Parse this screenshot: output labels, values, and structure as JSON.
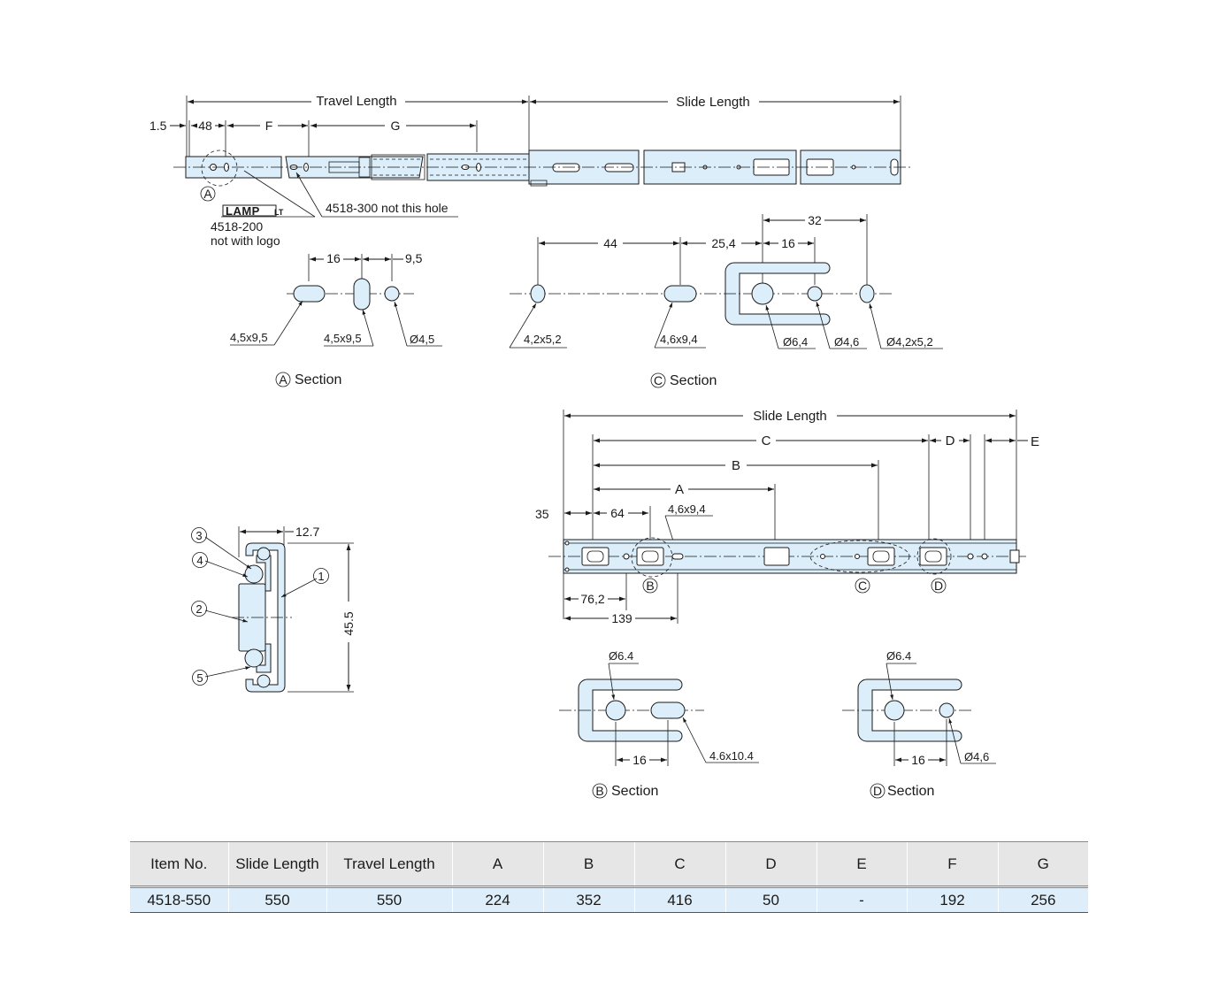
{
  "top_view": {
    "travel_length": "Travel Length",
    "slide_length": "Slide Length",
    "dim_1_5": "1.5",
    "dim_48": "48",
    "dim_F": "F",
    "dim_G": "G",
    "marker_A": "A",
    "logo": "LAMP",
    "logo_suffix": "LT",
    "note_hole": "4518-300 not this hole",
    "note_logo_1": "4518-200",
    "note_logo_2": "not with logo"
  },
  "section_a": {
    "dim_16": "16",
    "dim_9_5": "9,5",
    "hole_1": "4,5x9,5",
    "hole_2": "4,5x9,5",
    "hole_3": "Ø4,5",
    "marker": "A",
    "label": "Section"
  },
  "section_c": {
    "dim_44": "44",
    "dim_25_4": "25,4",
    "dim_16": "16",
    "dim_32": "32",
    "hole_1": "4,2x5,2",
    "hole_2": "4,6x9,4",
    "hole_3": "Ø6,4",
    "hole_4": "Ø4,6",
    "hole_5": "Ø4,2x5,2",
    "marker": "C",
    "label": "Section"
  },
  "cross_section": {
    "dim_12_7": "12.7",
    "dim_45_5": "45.5",
    "callouts": [
      "1",
      "2",
      "3",
      "4",
      "5"
    ]
  },
  "side_view": {
    "slide_length": "Slide Length",
    "dim_C": "C",
    "dim_B": "B",
    "dim_A": "A",
    "dim_D": "D",
    "dim_E": "E",
    "dim_35": "35",
    "dim_64": "64",
    "hole_4_6x9_4": "4,6x9,4",
    "dim_76_2": "76,2",
    "dim_139": "139",
    "marker_B": "B",
    "marker_C": "C",
    "marker_D": "D"
  },
  "section_b": {
    "hole_6_4": "Ø6.4",
    "hole_slot": "4.6x10.4",
    "dim_16": "16",
    "marker": "B",
    "label": "Section"
  },
  "section_d": {
    "hole_6_4": "Ø6.4",
    "hole_4_6": "Ø4,6",
    "dim_16": "16",
    "marker": "D",
    "label": "Section"
  },
  "table": {
    "headers": [
      "Item No.",
      "Slide Length",
      "Travel Length",
      "A",
      "B",
      "C",
      "D",
      "E",
      "F",
      "G"
    ],
    "rows": [
      [
        "4518-550",
        "550",
        "550",
        "224",
        "352",
        "416",
        "50",
        "-",
        "192",
        "256"
      ]
    ]
  },
  "colors": {
    "part_fill": "#dbeefa",
    "table_header": "#e6e6e6",
    "table_row": "#ddeefa"
  }
}
